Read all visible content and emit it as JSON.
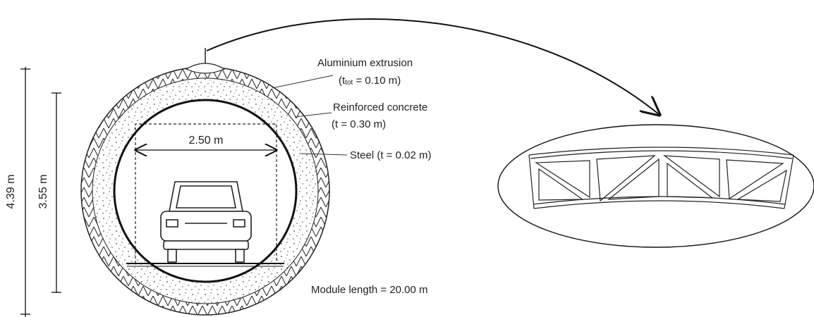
{
  "labels": {
    "aluminium": "Aluminium extrusion",
    "aluminium_t_prefix": "(t",
    "aluminium_t_sub": "tot",
    "aluminium_t_value": " = 0.10 m)",
    "concrete": "Reinforced concrete",
    "concrete_t": "(t = 0.30 m)",
    "steel": "Steel (t = 0.02 m)",
    "width": "2.50 m",
    "outer_height": "4.39 m",
    "inner_height": "3.55 m",
    "module_length": "Module length = 20.00 m"
  }
}
